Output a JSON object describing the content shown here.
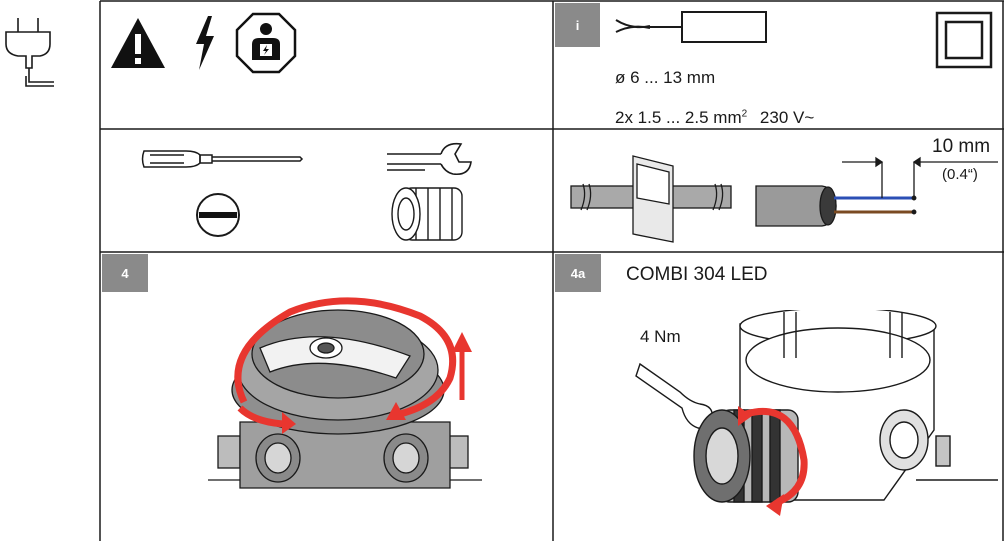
{
  "panels": {
    "info": {
      "label": "i",
      "diameter": "ø 6 ... 13 mm",
      "wire_prefix": "2x 1.5 ... 2.5 mm",
      "wire_sup": "2",
      "voltage": "230 V~"
    },
    "strip": {
      "length": "10 mm",
      "length_inch": "(0.4“)"
    },
    "step4": {
      "label": "4"
    },
    "step4a": {
      "label": "4a",
      "title": "COMBI 304 LED",
      "torque": "4 Nm"
    }
  },
  "icons": [
    "power-plug-icon",
    "warning-triangle-icon",
    "lightning-icon",
    "electrician-icon",
    "double-insulation-icon",
    "cable-icon",
    "screwdriver-icon",
    "slotted-screw-icon",
    "wrench-icon",
    "cable-gland-icon",
    "switch-off-icon",
    "stripped-cable-icon"
  ],
  "colors": {
    "arrow_red": "#e8362f",
    "label_grey": "#8a8a8a",
    "blue_wire": "#2b4fb5",
    "brown_wire": "#7a4a22"
  }
}
